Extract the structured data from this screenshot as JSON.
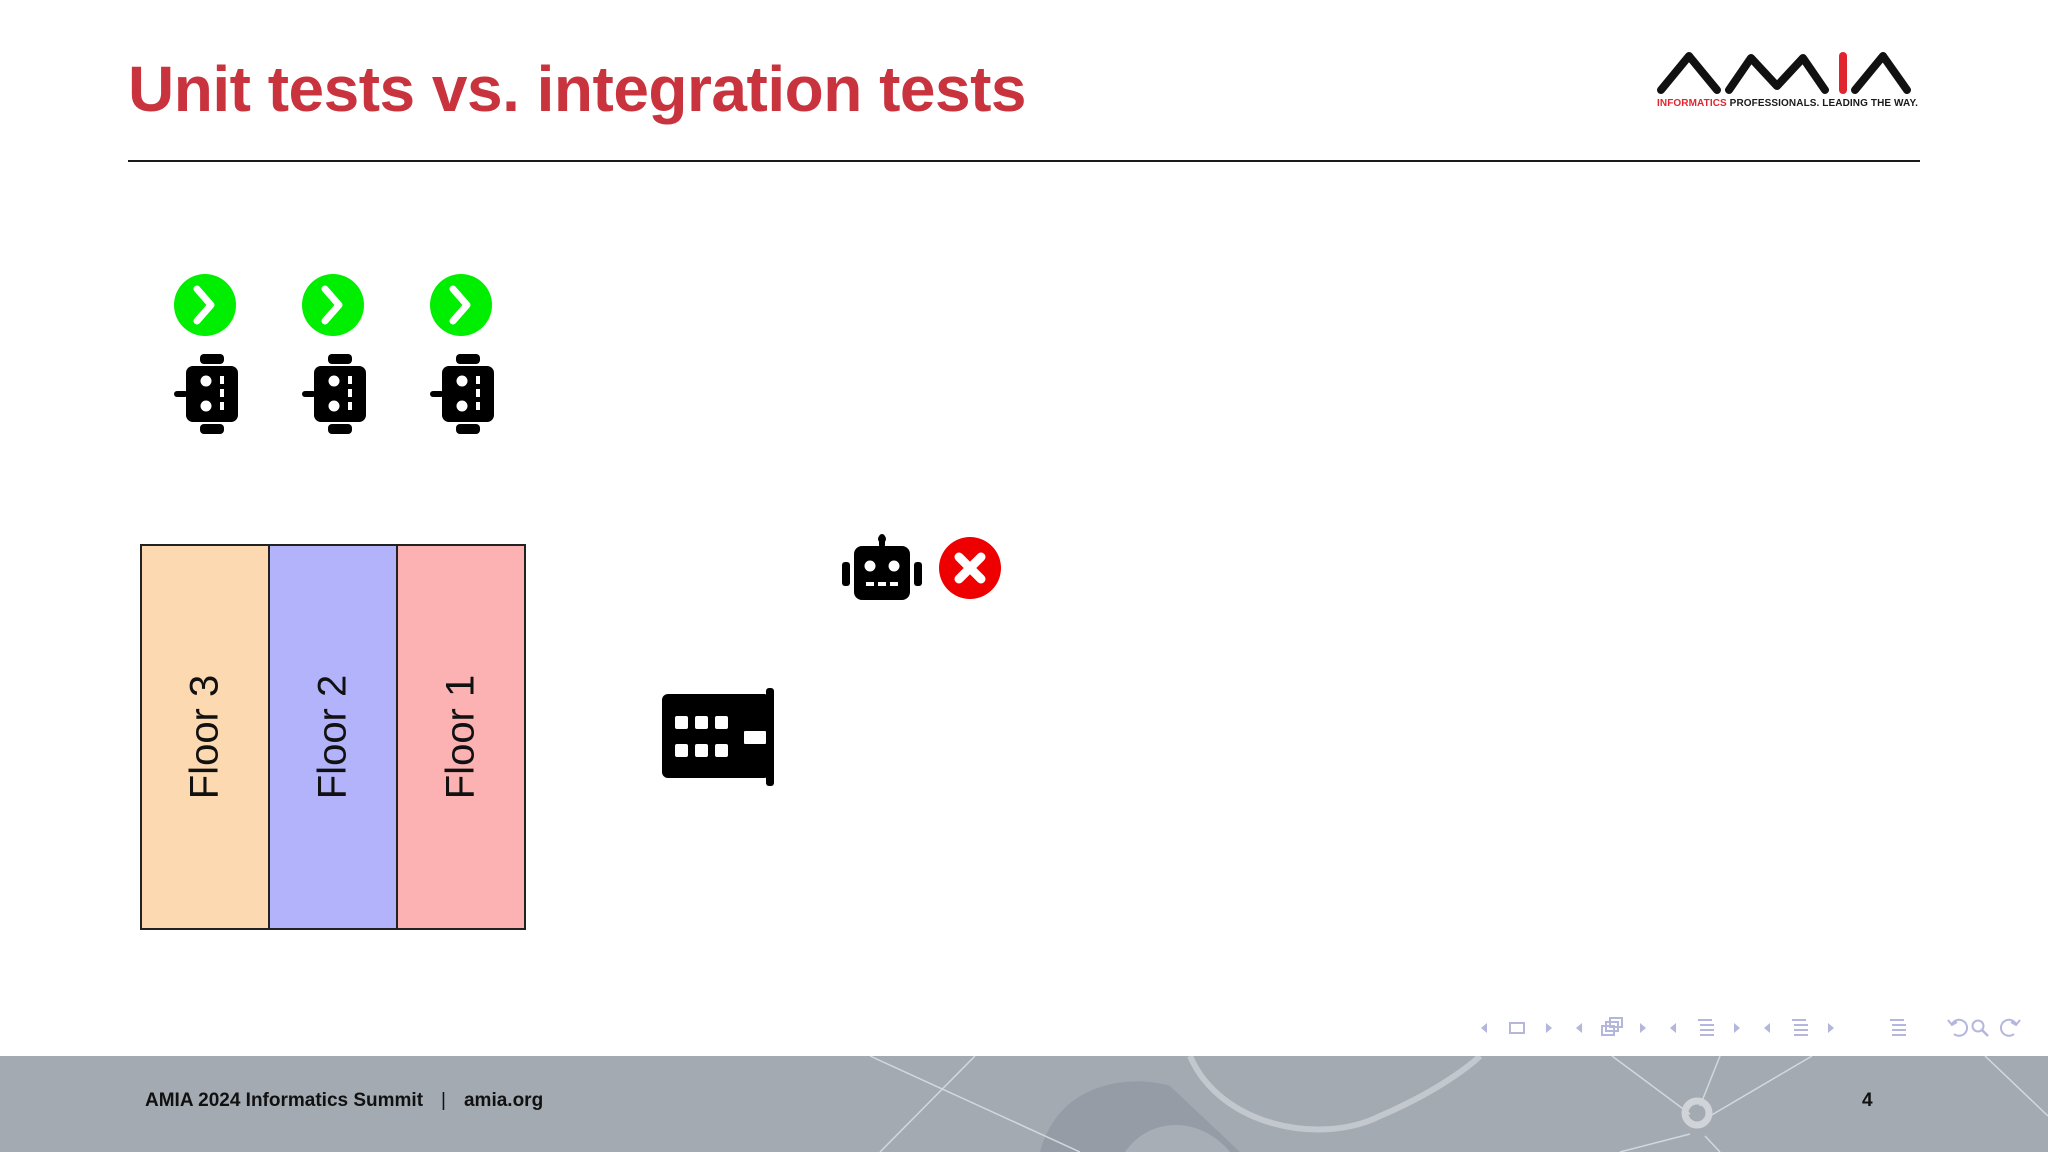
{
  "slide": {
    "title": "Unit tests vs. integration tests",
    "page_number": "4",
    "colors": {
      "title": "#c8333d",
      "pass_green": "#00ee00",
      "fail_red": "#ee0000",
      "floor3": "#fdd9b2",
      "floor2": "#b3b3fb",
      "floor1": "#fcb2b2",
      "footer_bg": "#a3aab2",
      "nav_icons": "#b0b3dd"
    }
  },
  "logo": {
    "wordmark": "AMIA",
    "tagline_red": "INFORMATICS",
    "tagline_rest": " PROFESSIONALS. LEADING THE WAY."
  },
  "unit_tests": [
    {
      "status": "pass",
      "icon": "chevron-right-circle-icon",
      "component": "robot-part-icon"
    },
    {
      "status": "pass",
      "icon": "chevron-right-circle-icon",
      "component": "robot-part-icon"
    },
    {
      "status": "pass",
      "icon": "chevron-right-circle-icon",
      "component": "robot-part-icon"
    }
  ],
  "integration_test": {
    "component": "robot-icon",
    "status": "fail",
    "icon": "x-circle-icon"
  },
  "floors": [
    {
      "label": "Floor 3"
    },
    {
      "label": "Floor 2"
    },
    {
      "label": "Floor 1"
    }
  ],
  "building": {
    "icon": "building-icon"
  },
  "footer": {
    "event": "AMIA 2024 Informatics Summit",
    "separator": "|",
    "website": "amia.org"
  },
  "nav_controls": [
    "nav-prev-slide",
    "nav-slide-icon",
    "nav-next-slide",
    "nav-prev-frame",
    "nav-frame-icon",
    "nav-next-frame",
    "nav-prev-subsection",
    "nav-subsection-icon",
    "nav-next-subsection",
    "nav-prev-section",
    "nav-section-icon",
    "nav-next-section",
    "nav-toc-icon",
    "nav-back-icon",
    "nav-search-icon",
    "nav-forward-icon"
  ]
}
